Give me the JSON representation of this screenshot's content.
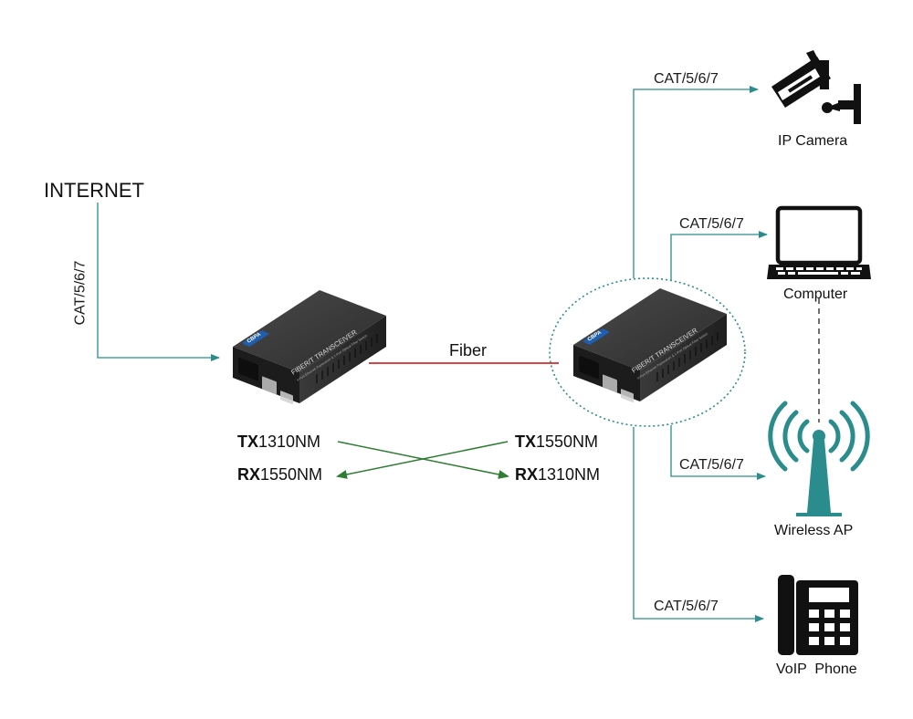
{
  "internet_label": "INTERNET",
  "fiber_label": "Fiber",
  "cable_labels": {
    "internet_link": "CAT/5/6/7",
    "camera_link": "CAT/5/6/7",
    "computer_link": "CAT/5/6/7",
    "ap_link": "CAT/5/6/7",
    "phone_link": "CAT/5/6/7"
  },
  "devices": {
    "camera": "IP Camera",
    "computer": "Computer",
    "ap": "Wireless AP",
    "phone": "VoIP  Phone"
  },
  "transceiver": {
    "title": "FIBER/T TRANSCEIVER",
    "subtitle": "4-Port Ethernet Transceiver & 1-Port Optical Fiber Switch",
    "brand": "CBPA"
  },
  "wavelengths": {
    "left_tx": {
      "prefix": "TX",
      "value": "1310NM"
    },
    "left_rx": {
      "prefix": "RX",
      "value": "1550NM"
    },
    "right_tx": {
      "prefix": "TX",
      "value": "1550NM"
    },
    "right_rx": {
      "prefix": "RX",
      "value": "1310NM"
    }
  },
  "colors": {
    "ethernet": "#2a8c8c",
    "fiber": "#d42a2a",
    "wavelength_arrow": "#2e7d32",
    "ellipse": "#2a8c8c"
  }
}
